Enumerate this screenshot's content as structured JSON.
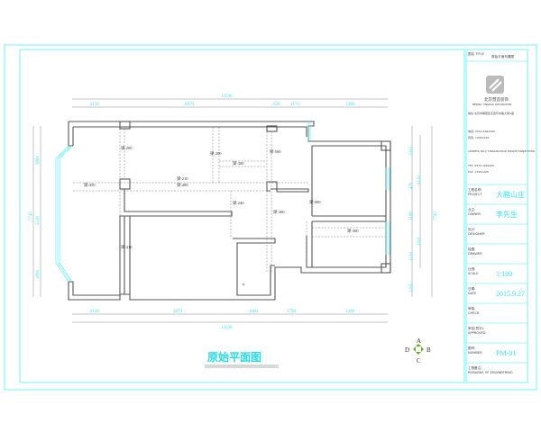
{
  "drawing_title": "原始平面图",
  "compass": {
    "a": "A",
    "b": "B",
    "c": "C",
    "d": "D",
    "color": "#5fb31c"
  },
  "dimensions": {
    "top_total": "13330",
    "top": [
      "2130",
      "6870",
      "620",
      "1170",
      "3300"
    ],
    "bottom": [
      "2130",
      "3870",
      "1600",
      "1790",
      "3300"
    ],
    "bottom_total": "13330",
    "left": [
      "3860",
      "2230",
      "1890"
    ],
    "left_total": "7745",
    "right": [
      "2310",
      "470",
      "2180",
      "1510",
      "1295"
    ],
    "right_mid": [
      "3130",
      "3331"
    ],
    "right_total": "7745"
  },
  "beam_labels": [
    "梁:200",
    "梁:300",
    "梁:500",
    "梁:300",
    "梁:450",
    "梁:210",
    "梁:400",
    "梁:240",
    "梁:300",
    "梁:600",
    "梁:300",
    "梁:410"
  ],
  "title_block": {
    "top_label": "图名\nTITLE",
    "top_value": "原始平面布置图",
    "company_cn": "北京营造装饰",
    "company_en": "BEIJING YINGZAO DECORATION",
    "address": "地址:北京市朝阳区东四环中路大厦A座",
    "tel1": "电话: 0534 2662200",
    "fax1": "传真: 13451226",
    "address2": "ADDRESS: NO.2 YUNGANG ROAD XINGPIN TIANJIN TOWN",
    "tel2": "TEL: 0534 2662200",
    "fax2": "FAX: 13451226",
    "rows": [
      {
        "label_cn": "工程名称:",
        "label_en": "PROJECT",
        "value": "大鹏山庄"
      },
      {
        "label_cn": "业主:",
        "label_en": "OWNER",
        "value": "李先生"
      },
      {
        "label_cn": "设计:",
        "label_en": "DESIGNER",
        "value": ""
      },
      {
        "label_cn": "绘图:",
        "label_en": "DRAWER",
        "value": ""
      },
      {
        "label_cn": "比例:",
        "label_en": "SCALE",
        "value": "1:100"
      },
      {
        "label_cn": "日期:",
        "label_en": "DATE",
        "value": "2015.9.27"
      },
      {
        "label_cn": "审核:",
        "label_en": "CHECK",
        "value": ""
      },
      {
        "label_cn": "审定(签字):",
        "label_en": "APPROVED",
        "value": ""
      },
      {
        "label_cn": "图号:",
        "label_en": "NUMBER",
        "value": "PM-01"
      },
      {
        "label_cn": "工程备注:",
        "label_en": "REMARKS OF ENGINEERING",
        "value": ""
      }
    ]
  }
}
